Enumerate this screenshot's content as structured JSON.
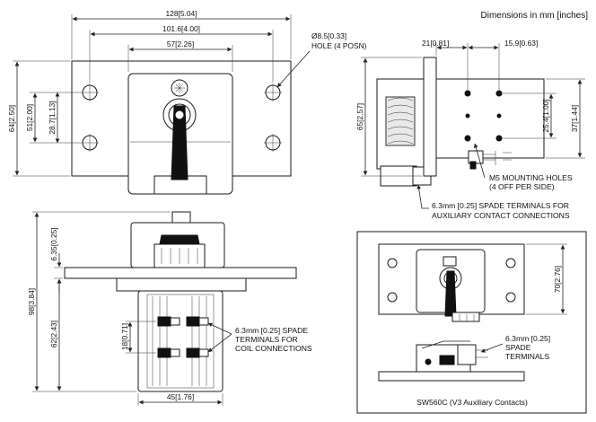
{
  "header": {
    "units_note": "Dimensions in mm [inches]"
  },
  "top_view": {
    "overall_width": "128",
    "overall_width_in": "5.04",
    "hole_spacing": "101.6",
    "hole_spacing_in": "4.00",
    "body_width": "57",
    "body_width_in": "2.26",
    "overall_height": "64",
    "overall_height_in": "2.50",
    "hole_pitch_v": "51",
    "hole_pitch_v_in": "2.00",
    "inner_v": "28.7",
    "inner_v_in": "1.13",
    "hole_note_1": "Ø8.5[0.33]",
    "hole_note_2": "HOLE (4 POSN)"
  },
  "side_view": {
    "d1": "21",
    "d1_in": "0.81",
    "d2": "15.9",
    "d2_in": "0.63",
    "height": "65",
    "height_in": "2.57",
    "d3": "25.4",
    "d3_in": "1.00",
    "d4": "37",
    "d4_in": "1.44",
    "note_mount_1": "M5 MOUNTING HOLES",
    "note_mount_2": "(4 OFF PER SIDE)",
    "note_aux_1": "6.3mm [0.25] SPADE TERMINALS FOR",
    "note_aux_2": "AUXILIARY CONTACT CONNECTIONS"
  },
  "front_view": {
    "d1": "6.35",
    "d1_in": "0.25",
    "height": "98",
    "height_in": "3.84",
    "d2": "62",
    "d2_in": "2.43",
    "d3": "18",
    "d3_in": "0.71",
    "width": "45",
    "width_in": "1.76",
    "note_1": "6.3mm [0.25] SPADE",
    "note_2": "TERMINALS FOR",
    "note_3": "COIL CONNECTIONS"
  },
  "aux_panel": {
    "height": "70",
    "height_in": "2.76",
    "note_1": "6.3mm [0.25]",
    "note_2": "SPADE",
    "note_3": "TERMINALS",
    "caption": "SW560C (V3 Auxiliary Contacts)"
  }
}
